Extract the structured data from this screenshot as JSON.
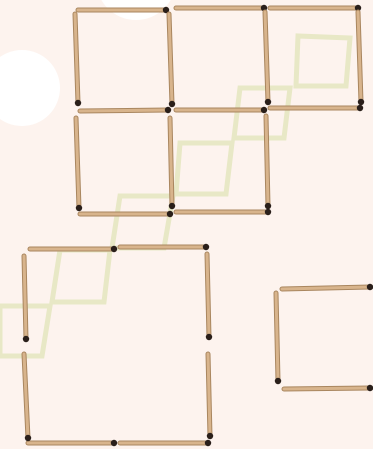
{
  "colors": {
    "background": "#fdf3ee",
    "circle_fill": "#ffffff",
    "diamond_stroke": "#e8e8c6",
    "stick_body": "#d8b48c",
    "stick_edge": "#a9865f",
    "stick_head": "#2a1f1a"
  },
  "icons": {
    "matchstick": "matchstick-icon",
    "circle": "circle-decoration"
  },
  "puzzle": {
    "matchstick_count": 26,
    "groups": [
      "top-grid-3x2-with-gap",
      "large-square",
      "small-square"
    ]
  }
}
